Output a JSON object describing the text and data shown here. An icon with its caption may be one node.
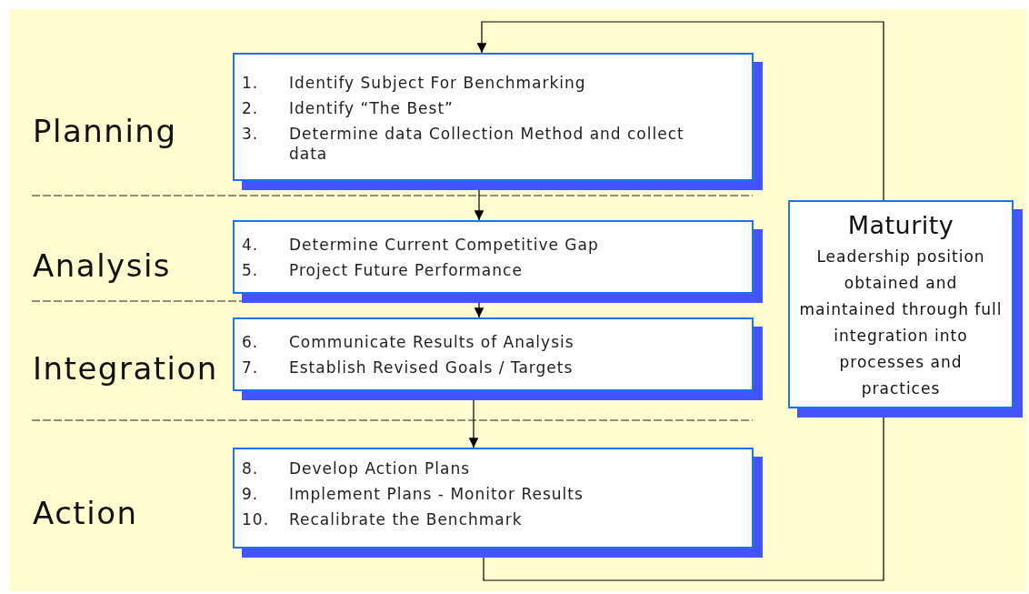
{
  "diagram": {
    "nodes": [
      {
        "text": [
          "1.",
          "Identify Subject For Benchmarking",
          "2.",
          "Identify “The Best”",
          "3.",
          "Determine data Collection Method and collect data"
        ]
      },
      {
        "text": [
          "4.",
          "Determine Current Competitive Gap",
          "5.",
          "Project Future Performance"
        ]
      },
      {
        "text": [
          "6.",
          "Communicate Results of Analysis",
          "7.",
          "Establish Revised Goals / Targets"
        ]
      },
      {
        "text": [
          "8.",
          "Develop Action Plans",
          "9.",
          "Implement Plans - Monitor Results",
          "10.",
          "Recalibrate the Benchmark"
        ]
      },
      {
        "text": [
          "Maturity",
          "Leadership position obtained and maintained through full integration into processes and practices"
        ]
      }
    ],
    "edges": [
      {
        "from": 0,
        "to": 1,
        "arrow": "to"
      },
      {
        "from": 1,
        "to": 2,
        "arrow": "to"
      },
      {
        "from": 2,
        "to": 3,
        "arrow": "to"
      },
      {
        "from": 3,
        "to": 4,
        "arrow": "none"
      },
      {
        "from": 4,
        "to": 0,
        "arrow": "to"
      }
    ],
    "labels": [
      "Planning",
      "Analysis",
      "Integration",
      "Action"
    ]
  }
}
